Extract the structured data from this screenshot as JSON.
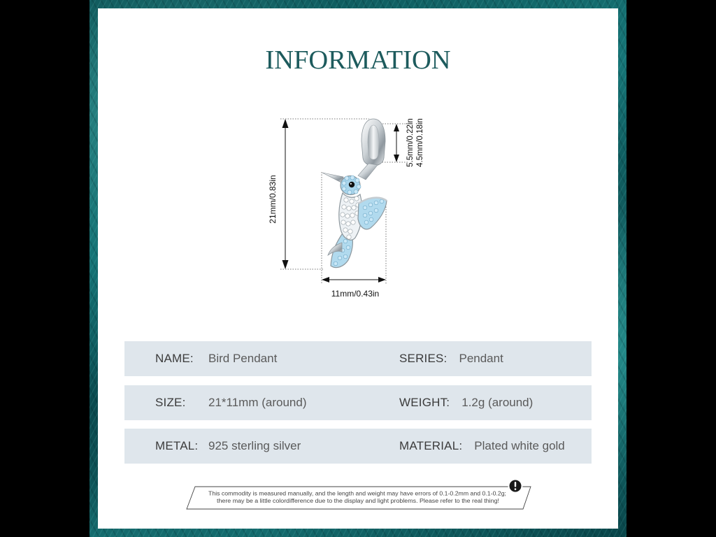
{
  "title": "INFORMATION",
  "product_image": {
    "icon": "bird-pendant"
  },
  "dimensions": {
    "total_height": "21mm/0.83in",
    "bail_height_outer": "5.5mm/0.22in",
    "bail_height_inner": "4.5mm/0.18in",
    "width": "11mm/0.43in"
  },
  "specs": {
    "rows": [
      {
        "left_label": "NAME:",
        "left_value": "Bird Pendant",
        "right_label": "SERIES:",
        "right_value": "Pendant"
      },
      {
        "left_label": "SIZE:",
        "left_value": "21*11mm (around)",
        "right_label": "WEIGHT:",
        "right_value": "1.2g (around)"
      },
      {
        "left_label": "METAL:",
        "left_value": "925 sterling silver",
        "right_label": "MATERIAL:",
        "right_value": "Plated white gold"
      }
    ]
  },
  "disclaimer": {
    "icon": "exclamation-icon",
    "line1": "This commodity is measured manually, and the length and weight may have errors of 0.1-0.2mm and 0.1-0.2g;",
    "line2": "there may be a little colordifference due to the display and light problems. Please refer to the real thing!"
  },
  "colors": {
    "title": "#1d5b5d",
    "row_background": "#dfe6ec",
    "spec_label": "#3b3b3b",
    "spec_value": "#5a5a5a",
    "frame": "#12686b"
  }
}
